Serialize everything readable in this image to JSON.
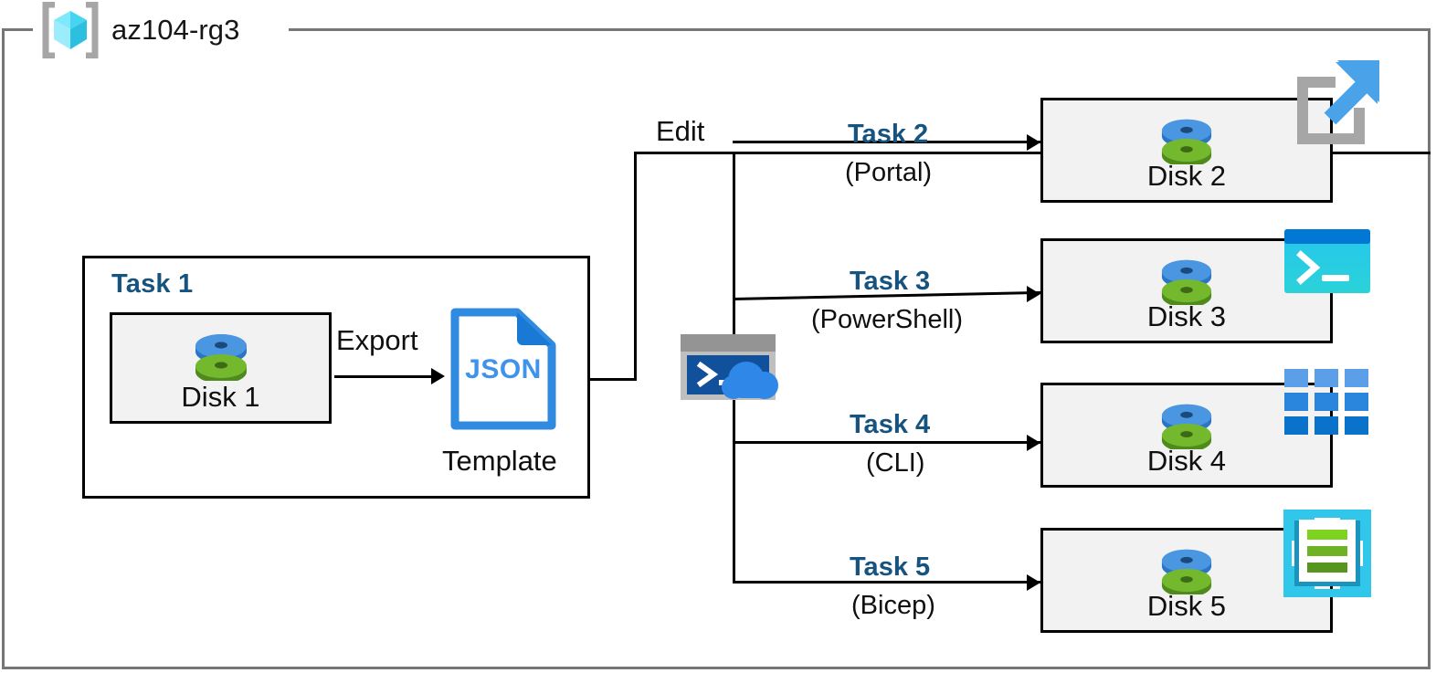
{
  "diagram": {
    "resource_group": {
      "name": "az104-rg3",
      "icon": "azure-resource-group-cube-icon"
    },
    "task1": {
      "label": "Task 1",
      "disk": {
        "caption": "Disk 1",
        "icon": "managed-disk-icon"
      },
      "export_label": "Export",
      "template": {
        "file_type": "JSON",
        "caption": "Template",
        "icon": "json-file-icon"
      }
    },
    "edit_label": "Edit",
    "cloud_shell": {
      "icon": "azure-cloud-shell-icon",
      "prompt": ">_"
    },
    "branches": [
      {
        "task": "Task 2",
        "method": "(Portal)",
        "disk_caption": "Disk 2",
        "service_icon": "azure-portal-icon",
        "disk_icon": "managed-disk-icon"
      },
      {
        "task": "Task 3",
        "method": "(PowerShell)",
        "disk_caption": "Disk 3",
        "service_icon": "powershell-icon",
        "disk_icon": "managed-disk-icon"
      },
      {
        "task": "Task 4",
        "method": "(CLI)",
        "disk_caption": "Disk 4",
        "service_icon": "azure-cli-grid-icon",
        "disk_icon": "managed-disk-icon"
      },
      {
        "task": "Task 5",
        "method": "(Bicep)",
        "disk_caption": "Disk 5",
        "service_icon": "bicep-icon",
        "disk_icon": "managed-disk-icon"
      }
    ],
    "colors": {
      "task_blue": "#16537e",
      "box_fill": "#f2f2f2",
      "box_border": "#000000",
      "frame_gray": "#767676",
      "disk_blue": "#3f8fdd",
      "disk_green": "#74b82e",
      "json_blue": "#3f93ea",
      "powershell_cyan": "#2bc4e8",
      "cli_blue": "#2a7fd4",
      "bicep_cyan": "#31c7ea",
      "bicep_green": "#76bc2d",
      "cube_cyan": "#4fd8f5"
    }
  }
}
